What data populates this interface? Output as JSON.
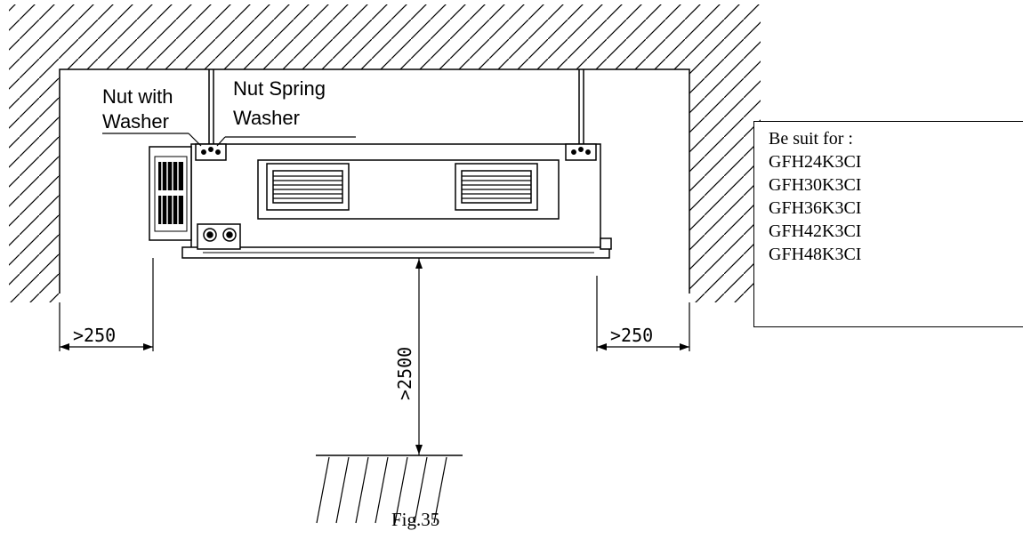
{
  "labels": {
    "nut_with_washer_line1": "Nut with",
    "nut_with_washer_line2": "Washer",
    "nut_spring_washer_line1": "Nut Spring",
    "nut_spring_washer_line2": "Washer"
  },
  "dimensions": {
    "left_clearance": ">250",
    "right_clearance": ">250",
    "floor_clearance": ">2500"
  },
  "models_box": {
    "heading": "Be suit for :",
    "models": [
      "GFH24K3CI",
      "GFH30K3CI",
      "GFH36K3CI",
      "GFH42K3CI",
      "GFH48K3CI"
    ]
  },
  "figure_caption": "Fig.35"
}
